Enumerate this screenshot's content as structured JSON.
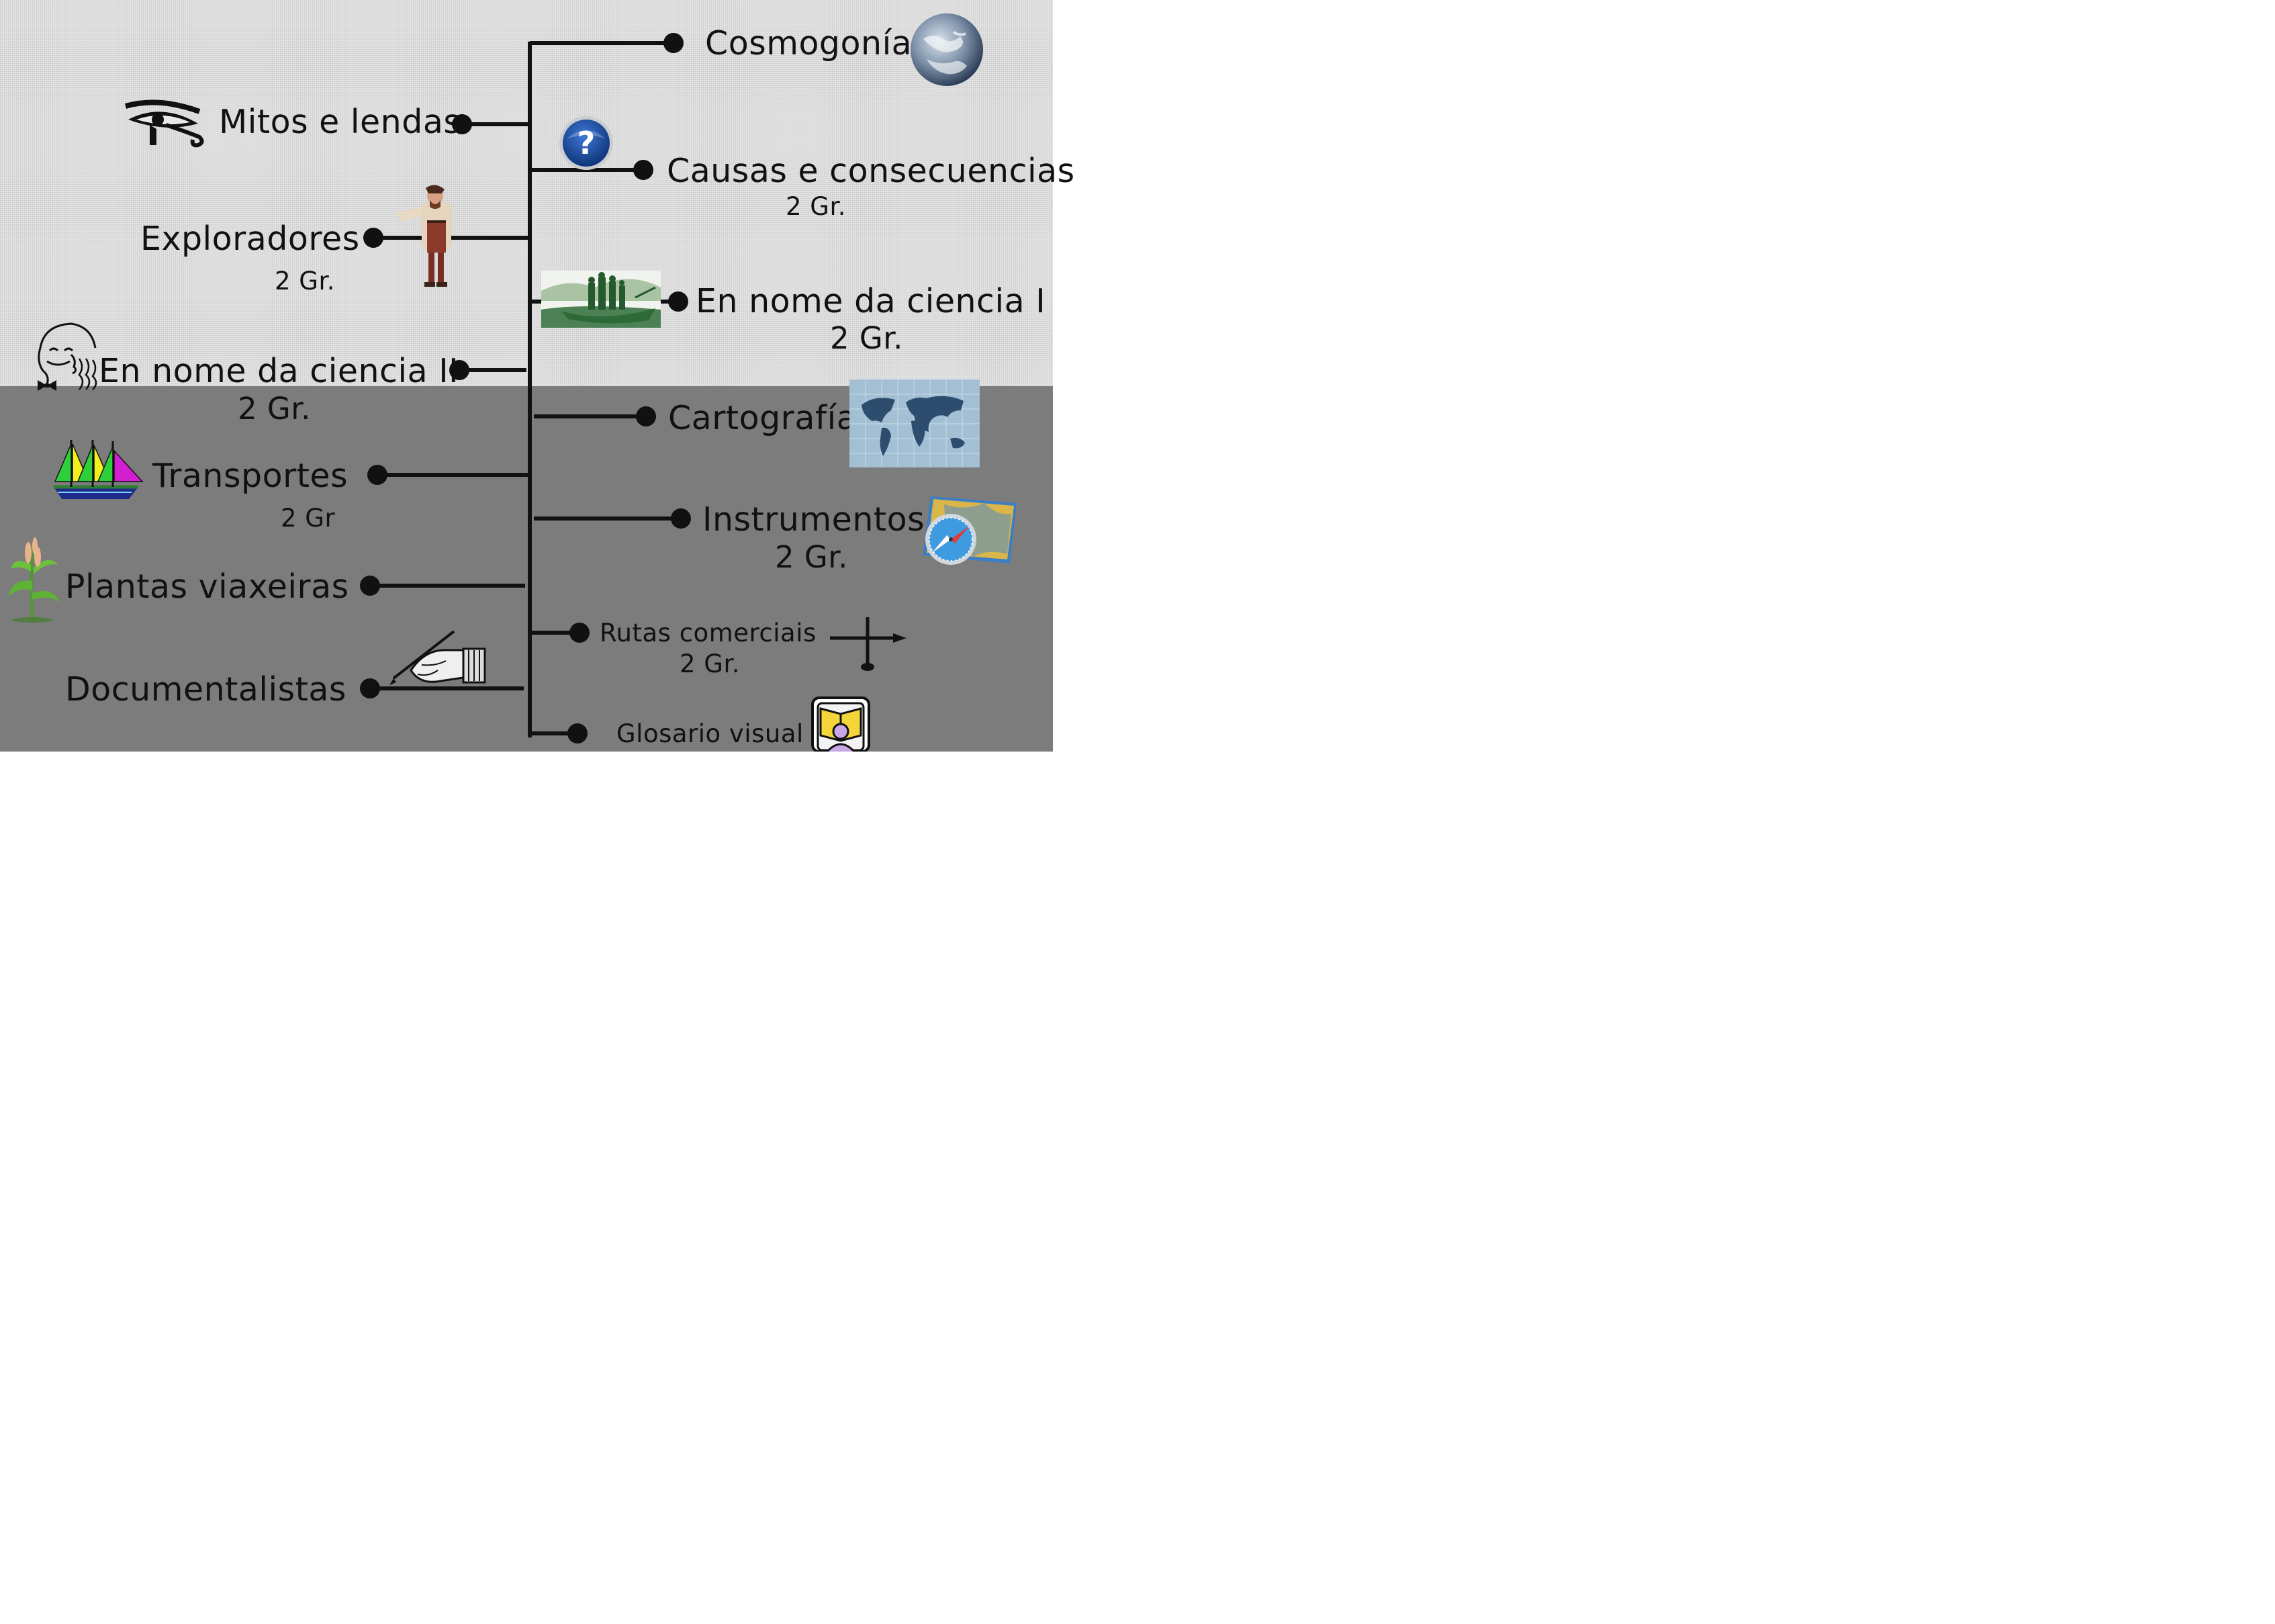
{
  "branches_left": [
    {
      "label": "Mitos e lendas",
      "sub": "",
      "icon": "eye-of-horus-icon"
    },
    {
      "label": "Exploradores",
      "sub": "2 Gr.",
      "icon": "explorer-icon"
    },
    {
      "label": "En nome da ciencia II",
      "sub": "2 Gr.",
      "icon": "scientist-portrait-icon"
    },
    {
      "label": "Transportes",
      "sub": "2 Gr",
      "icon": "sailing-ship-icon"
    },
    {
      "label": "Plantas viaxeiras",
      "sub": "",
      "icon": "plant-icon"
    },
    {
      "label": "Documentalistas",
      "sub": "",
      "icon": "writing-hand-icon"
    }
  ],
  "branches_right": [
    {
      "label": "Cosmogonía",
      "sub": "",
      "icon": "earth-globe-icon"
    },
    {
      "label": "Causas e consecuencias",
      "sub": "2 Gr.",
      "icon": "question-icon"
    },
    {
      "label": "En nome da ciencia I",
      "sub": "2 Gr.",
      "icon": "engraving-boat-icon"
    },
    {
      "label": "Cartografía",
      "sub": "",
      "icon": "world-map-icon"
    },
    {
      "label": "Instrumentos",
      "sub": "2 Gr.",
      "icon": "compass-map-icon"
    },
    {
      "label": "Rutas comerciais",
      "sub": "2 Gr.",
      "icon": "route-arrow-icon"
    },
    {
      "label": "Glosario visual",
      "sub": "",
      "icon": "book-reader-icon"
    }
  ],
  "icon_glyphs": {
    "question": "?"
  },
  "colors": {
    "top_background": "#e3e3e3",
    "bottom_background": "#7c7c7c",
    "line": "#111111",
    "question_blue": "#1e4a9a"
  }
}
